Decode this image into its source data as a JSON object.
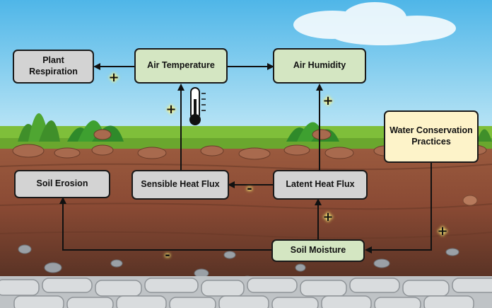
{
  "nodes": {
    "plant_respiration": "Plant Respiration",
    "air_temperature": "Air Temperature",
    "air_humidity": "Air Humidity",
    "water_conservation": "Water Conservation Practices",
    "soil_erosion": "Soil Erosion",
    "sensible_heat_flux": "Sensible Heat Flux",
    "latent_heat_flux": "Latent Heat Flux",
    "soil_moisture": "Soil Moisture"
  },
  "signs": {
    "temp_to_respiration": "+",
    "sensible_to_temp": "+",
    "latent_to_humidity": "+",
    "latent_to_sensible": "-",
    "moisture_to_latent": "+",
    "conservation_to_moisture": "+",
    "moisture_to_erosion": "-"
  },
  "icons": {
    "thermometer": "thermometer-icon"
  },
  "colors": {
    "node_gray": "#d3d3d3",
    "node_green": "#d4e6c2",
    "node_cream": "#fdf3c9",
    "sign_glow": "#fff27a"
  }
}
